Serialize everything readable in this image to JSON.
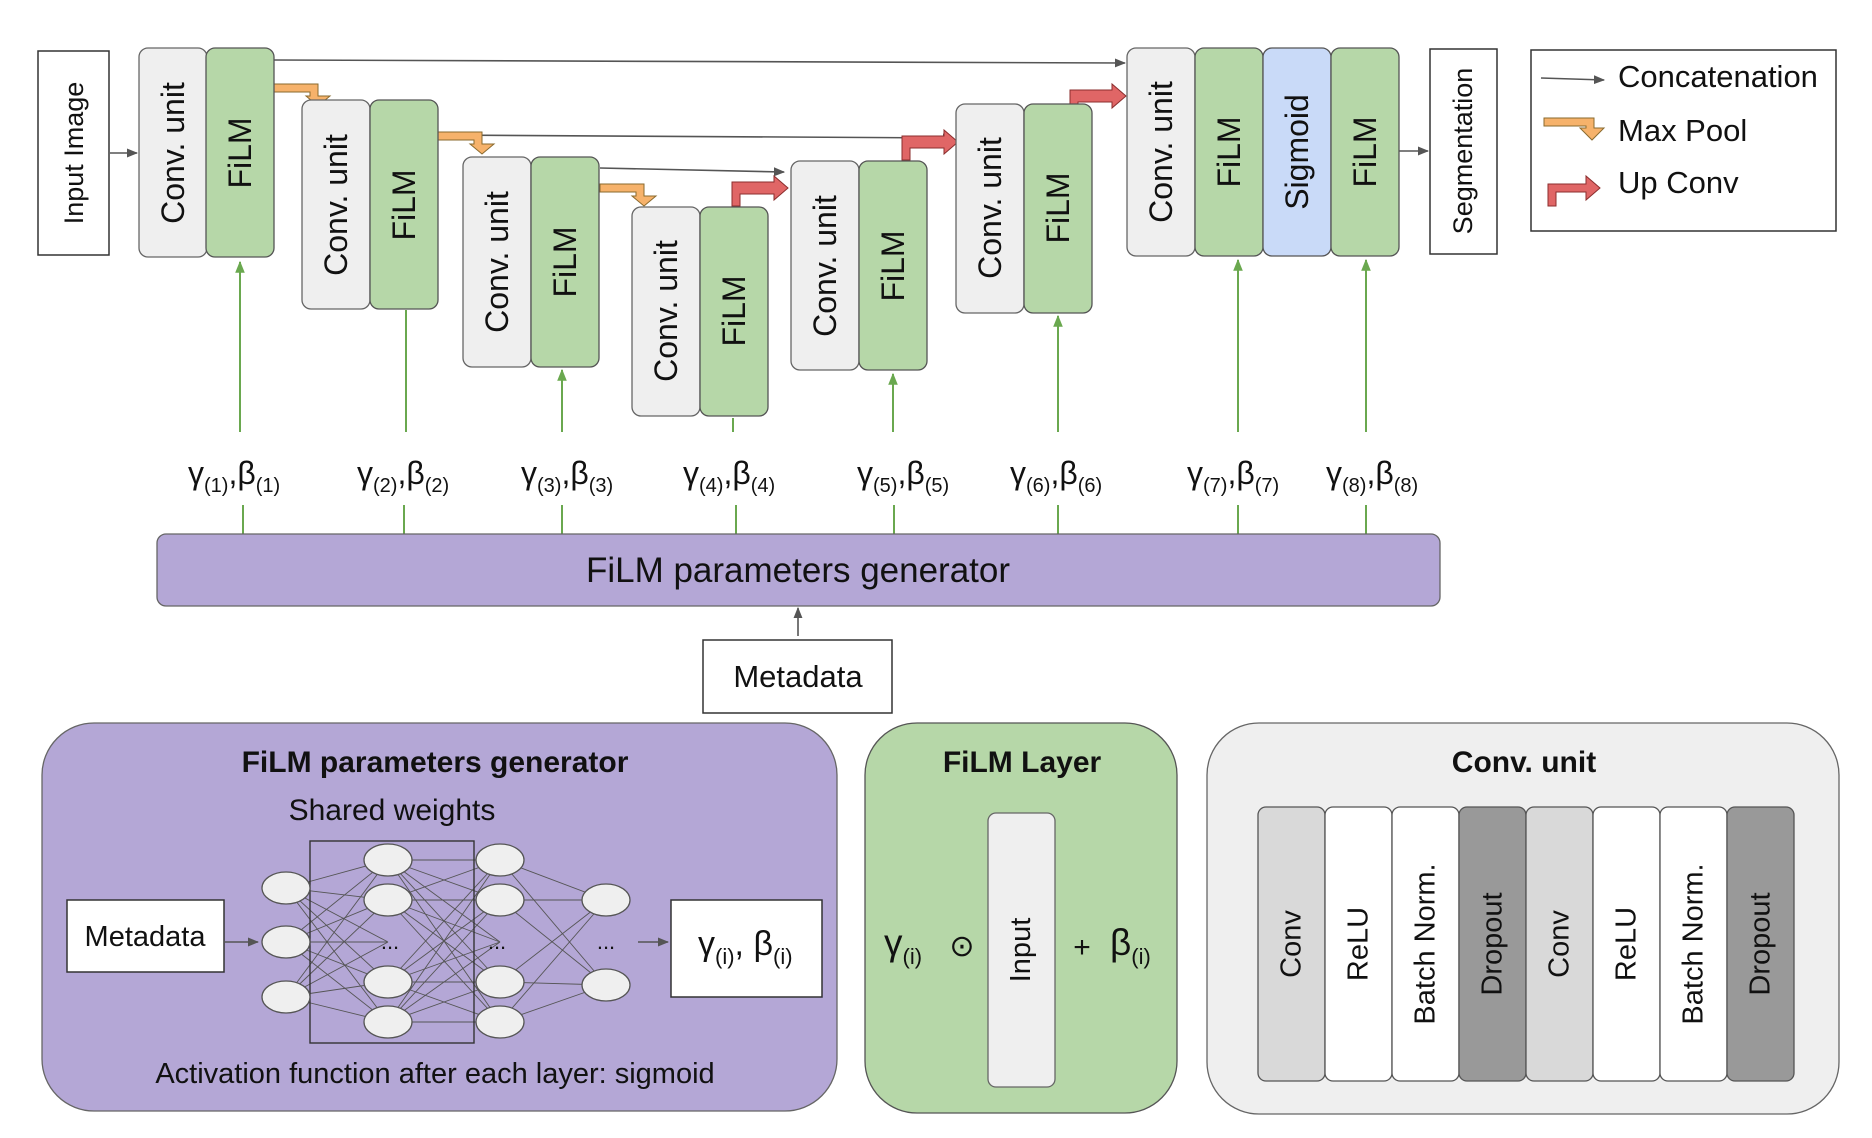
{
  "network": {
    "input_image": "Input Image",
    "conv_unit": "Conv. unit",
    "film": "FiLM",
    "sigmoid": "Sigmoid",
    "segmentation": "Segmentation",
    "generator": "FiLM parameters generator",
    "metadata": "Metadata",
    "params": [
      {
        "gamma": "γ",
        "gsub": "(1)",
        "comma": ",",
        "beta": "β",
        "bsub": "(1)"
      },
      {
        "gamma": "γ",
        "gsub": "(2)",
        "comma": ",",
        "beta": "β",
        "bsub": "(2)"
      },
      {
        "gamma": "γ",
        "gsub": "(3)",
        "comma": ",",
        "beta": "β",
        "bsub": "(3)"
      },
      {
        "gamma": "γ",
        "gsub": "(4)",
        "comma": ",",
        "beta": "β",
        "bsub": "(4)"
      },
      {
        "gamma": "γ",
        "gsub": "(5)",
        "comma": ",",
        "beta": "β",
        "bsub": "(5)"
      },
      {
        "gamma": "γ",
        "gsub": "(6)",
        "comma": ",",
        "beta": "β",
        "bsub": "(6)"
      },
      {
        "gamma": "γ",
        "gsub": "(7)",
        "comma": ",",
        "beta": "β",
        "bsub": "(7)"
      },
      {
        "gamma": "γ",
        "gsub": "(8)",
        "comma": ",",
        "beta": "β",
        "bsub": "(8)"
      }
    ]
  },
  "legend": {
    "concatenation": "Concatenation",
    "max_pool": "Max Pool",
    "up_conv": "Up Conv"
  },
  "generator_panel": {
    "title": "FiLM parameters generator",
    "shared_weights": "Shared weights",
    "metadata": "Metadata",
    "ellipsis": "...",
    "output": {
      "gamma": "γ",
      "gsub": "(i)",
      "comma": ", ",
      "beta": "β",
      "bsub": "(i)"
    },
    "activation_note": "Activation function after each layer: sigmoid"
  },
  "film_layer_panel": {
    "title": "FiLM Layer",
    "gamma": "γ",
    "gsub": "(i)",
    "odot": "⊙",
    "input": "Input",
    "plus": "+",
    "beta": "β",
    "bsub": "(i)"
  },
  "conv_unit_panel": {
    "title": "Conv. unit",
    "layers": [
      "Conv",
      "ReLU",
      "Batch Norm.",
      "Dropout",
      "Conv",
      "ReLU",
      "Batch Norm.",
      "Dropout"
    ]
  },
  "colors": {
    "film_green": "#b6d7a8",
    "conv_gray": "#efefef",
    "sigmoid_blue": "#c9daf8",
    "generator_purple": "#b4a7d6",
    "max_pool_orange": "#f6b26b",
    "up_conv_red": "#e06666",
    "param_line_green": "#6aa84f",
    "conv_layer_light": "#d9d9d9",
    "dropout_dark": "#999999"
  }
}
